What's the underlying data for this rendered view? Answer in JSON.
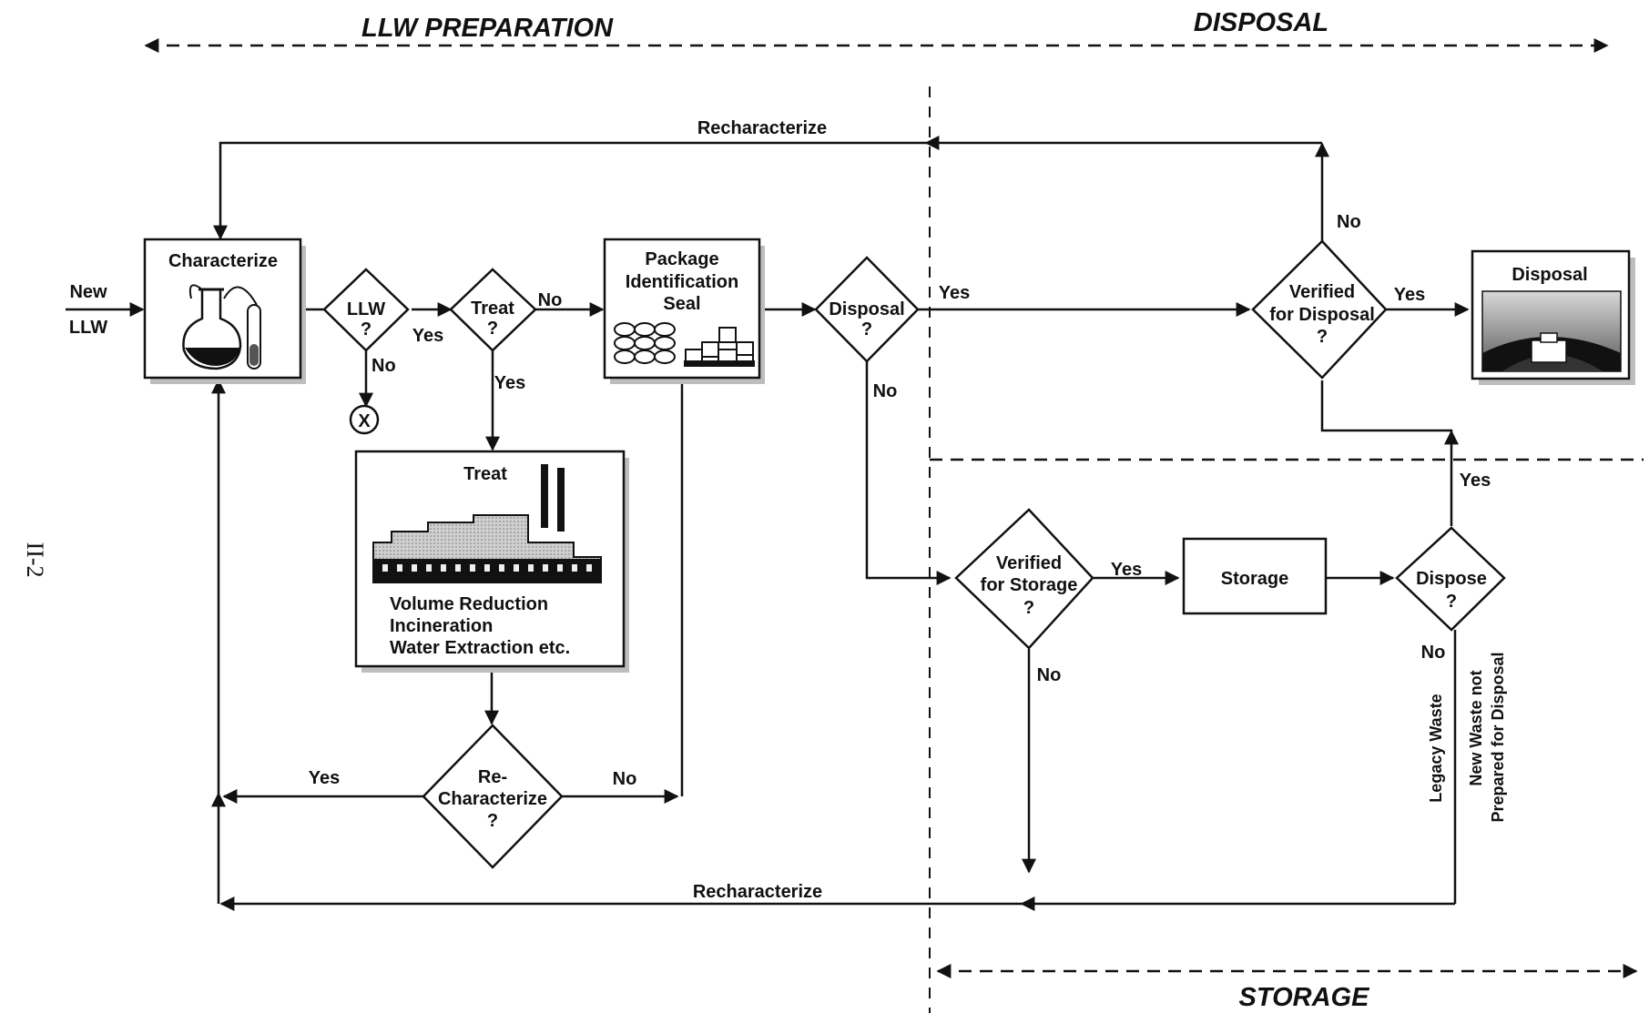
{
  "page_number": "II-2",
  "headers": {
    "prep": "LLW PREPARATION",
    "disposal": "DISPOSAL",
    "storage": "STORAGE"
  },
  "input": {
    "line1": "New",
    "line2": "LLW"
  },
  "boxes": {
    "characterize": "Characterize",
    "package": [
      "Package",
      "Identification",
      "Seal"
    ],
    "treat_title": "Treat",
    "treat_desc": [
      "Volume Reduction",
      "Incineration",
      "Water Extraction etc."
    ],
    "storage": "Storage",
    "disposal": "Disposal"
  },
  "decisions": {
    "llw": [
      "LLW",
      "?"
    ],
    "treat": [
      "Treat",
      "?"
    ],
    "disposal": [
      "Disposal",
      "?"
    ],
    "verified_disposal": [
      "Verified",
      "for Disposal",
      "?"
    ],
    "verified_storage": [
      "Verified",
      "for Storage",
      "?"
    ],
    "dispose": [
      "Dispose",
      "?"
    ],
    "recharacterize": [
      "Re-",
      "Characterize",
      "?"
    ]
  },
  "edge_labels": {
    "recharacterize_top": "Recharacterize",
    "recharacterize_bottom": "Recharacterize",
    "llw_yes": "Yes",
    "llw_no": "No",
    "treat_no": "No",
    "treat_yes": "Yes",
    "disposal_yes": "Yes",
    "disposal_no": "No",
    "vd_no": "No",
    "vd_yes": "Yes",
    "vs_yes": "Yes",
    "vs_no": "No",
    "dispose_yes": "Yes",
    "dispose_no": "No",
    "rechar_yes": "Yes",
    "rechar_no": "No",
    "reject": "X",
    "legacy": "Legacy Waste",
    "new_waste_1": "New Waste not",
    "new_waste_2": "Prepared for Disposal"
  }
}
